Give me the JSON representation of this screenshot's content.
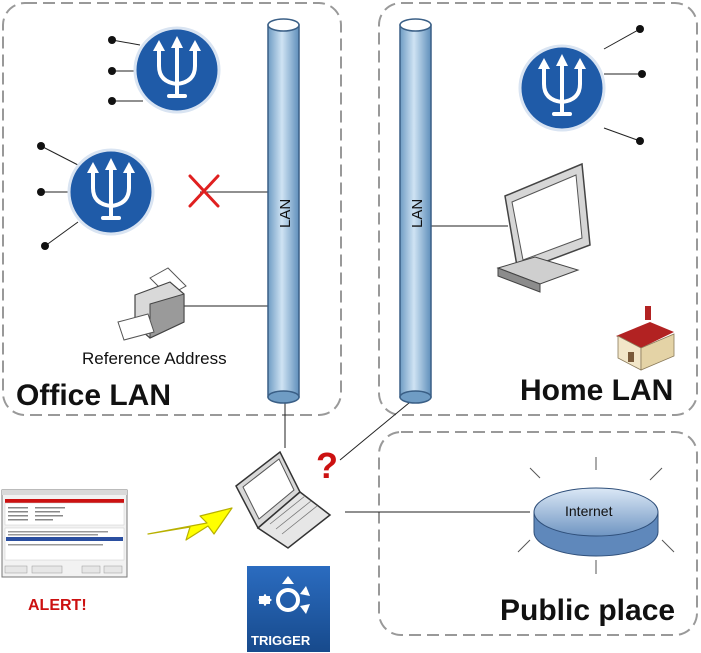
{
  "zones": {
    "office": {
      "title": "Office LAN"
    },
    "home": {
      "title": "Home LAN"
    },
    "public": {
      "title": "Public place"
    }
  },
  "lan_labels": {
    "office": "LAN",
    "home": "LAN"
  },
  "printer_label": "Reference Address",
  "internet_label": "Internet",
  "alert_label": "ALERT!",
  "question_mark": "?",
  "trigger": {
    "label": "TRIGGER",
    "color": "#1e5aa8"
  },
  "colors": {
    "zone_border": "#999999",
    "pipe_fill": "#a9c9e3",
    "router_blue": "#1f5ba8",
    "alert_red": "#cc1111",
    "disconnect_red": "#e02020",
    "lightning_yellow": "#ffff00"
  },
  "icons": [
    "router-icon",
    "printer-icon",
    "monitor-icon",
    "house-icon",
    "laptop-icon",
    "internet-cloud-icon",
    "trigger-icon",
    "alert-screenshot-icon",
    "lightning-arrow-icon",
    "disconnect-x-icon"
  ]
}
